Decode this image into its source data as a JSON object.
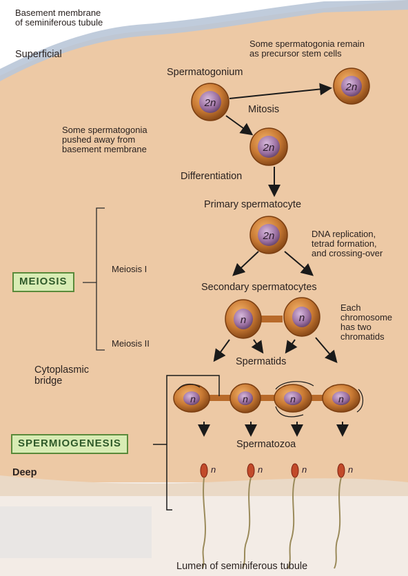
{
  "labels": {
    "basement_membrane": "Basement membrane\nof seminiferous tubule",
    "superficial": "Superficial",
    "precursor_note": "Some spermatogonia remain\nas precursor stem cells",
    "spermatogonium": "Spermatogonium",
    "mitosis": "Mitosis",
    "pushed_note": "Some spermatogonia\npushed away from\nbasement membrane",
    "differentiation": "Differentiation",
    "primary_spermatocyte": "Primary spermatocyte",
    "dna_note": "DNA replication,\ntetrad formation,\nand crossing-over",
    "meiosis_box": "MEIOSIS",
    "meiosis_1": "Meiosis I",
    "secondary_spermatocytes": "Secondary spermatocytes",
    "each_note": "Each\nchromosome\nhas two\nchromatids",
    "meiosis_2": "Meiosis II",
    "cytoplasmic_bridge": "Cytoplasmic\nbridge",
    "spermatids": "Spermatids",
    "spermiogenesis_box": "SPERMIOGENESIS",
    "spermatozoa": "Spermatozoa",
    "deep": "Deep",
    "lumen": "Lumen of seminiferous tubule"
  },
  "cells": {
    "diploid": "2n",
    "haploid": "n"
  },
  "colors": {
    "tissue": "#edc9a5",
    "membrane": "#b9c7d8",
    "cell_outer": "#b86a2a",
    "cell_nucleus": "#9a6fa0",
    "box_fill": "#d8ecb4",
    "box_border": "#5a8a3a"
  }
}
